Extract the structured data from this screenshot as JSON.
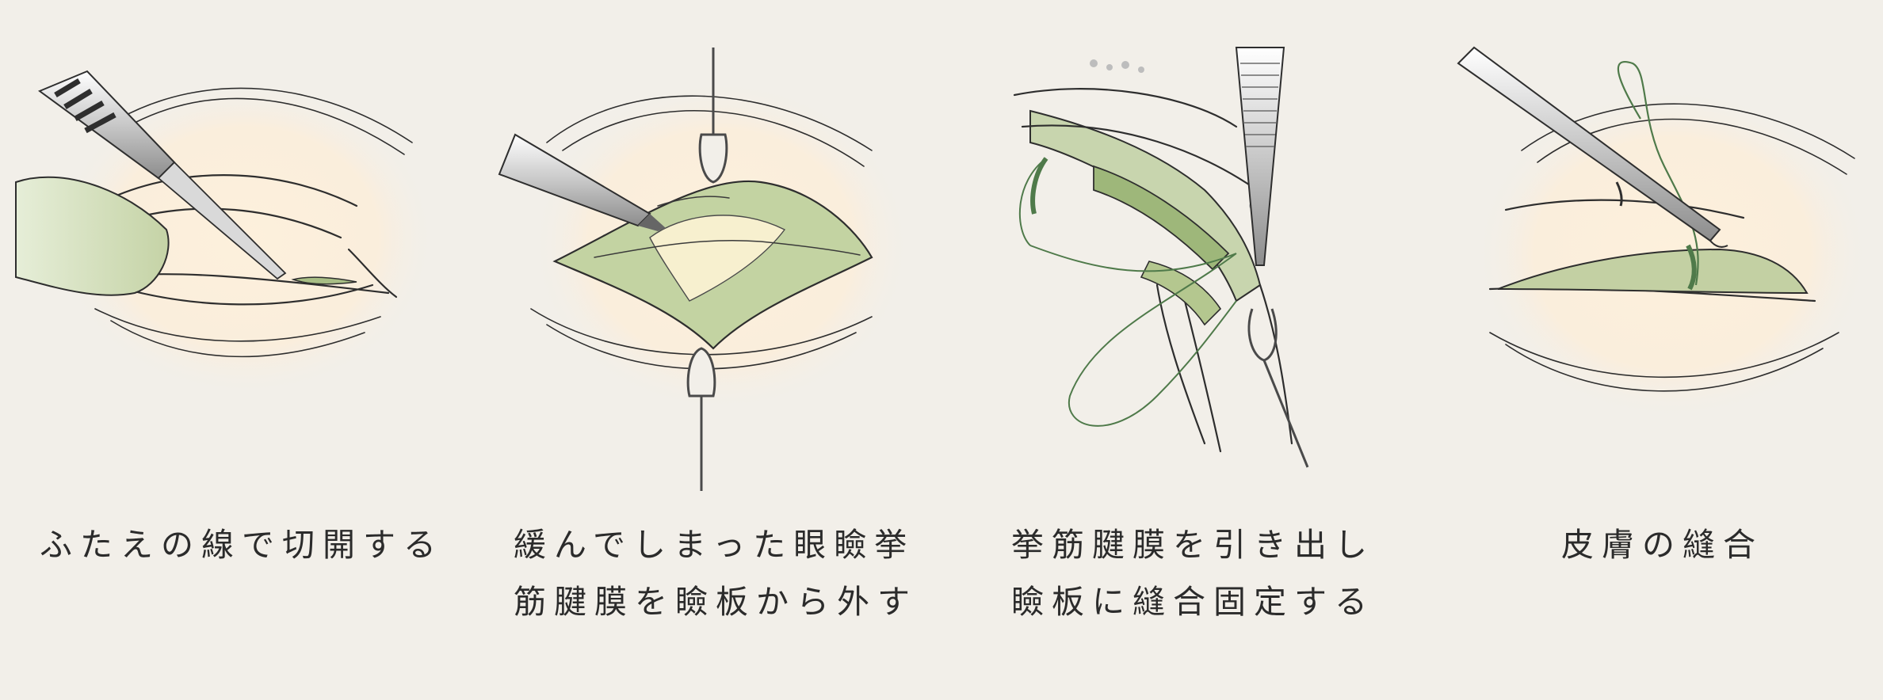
{
  "steps": [
    {
      "icon": "incision-icon",
      "lines": [
        "ふたえの線で切開する"
      ]
    },
    {
      "icon": "detach-tendon-icon",
      "lines": [
        "緩んでしまった眼瞼挙",
        "筋腱膜を瞼板から外す"
      ]
    },
    {
      "icon": "fix-tendon-icon",
      "lines": [
        "挙筋腱膜を引き出し",
        "瞼板に縫合固定する"
      ]
    },
    {
      "icon": "suture-icon",
      "lines": [
        "皮膚の縫合"
      ]
    }
  ],
  "colors": {
    "background": "#f2efe9",
    "skin_glow": "#fdf0dc",
    "tissue_green": "#b9c99a",
    "tissue_dark": "#7f9a5a",
    "suture": "#4f7a4a"
  }
}
